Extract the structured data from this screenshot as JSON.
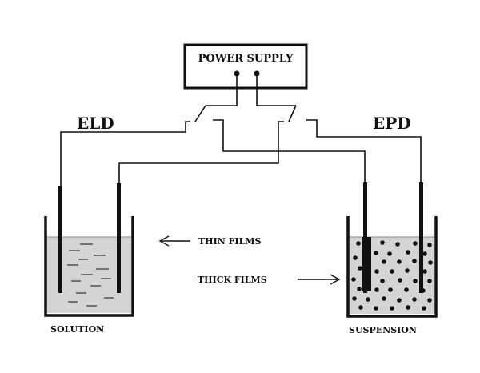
{
  "power_supply": {
    "label": "POWER SUPPLY"
  },
  "left_process": {
    "label": "ELD"
  },
  "right_process": {
    "label": "EPD"
  },
  "left_beaker": {
    "caption": "SOLUTION"
  },
  "right_beaker": {
    "caption": "SUSPENSION"
  },
  "annotations": {
    "thin": "THIN FILMS",
    "thick": "THICK FILMS"
  },
  "colors": {
    "line": "#111111",
    "liquid": "#d4d4d4",
    "particle": "#111111"
  }
}
